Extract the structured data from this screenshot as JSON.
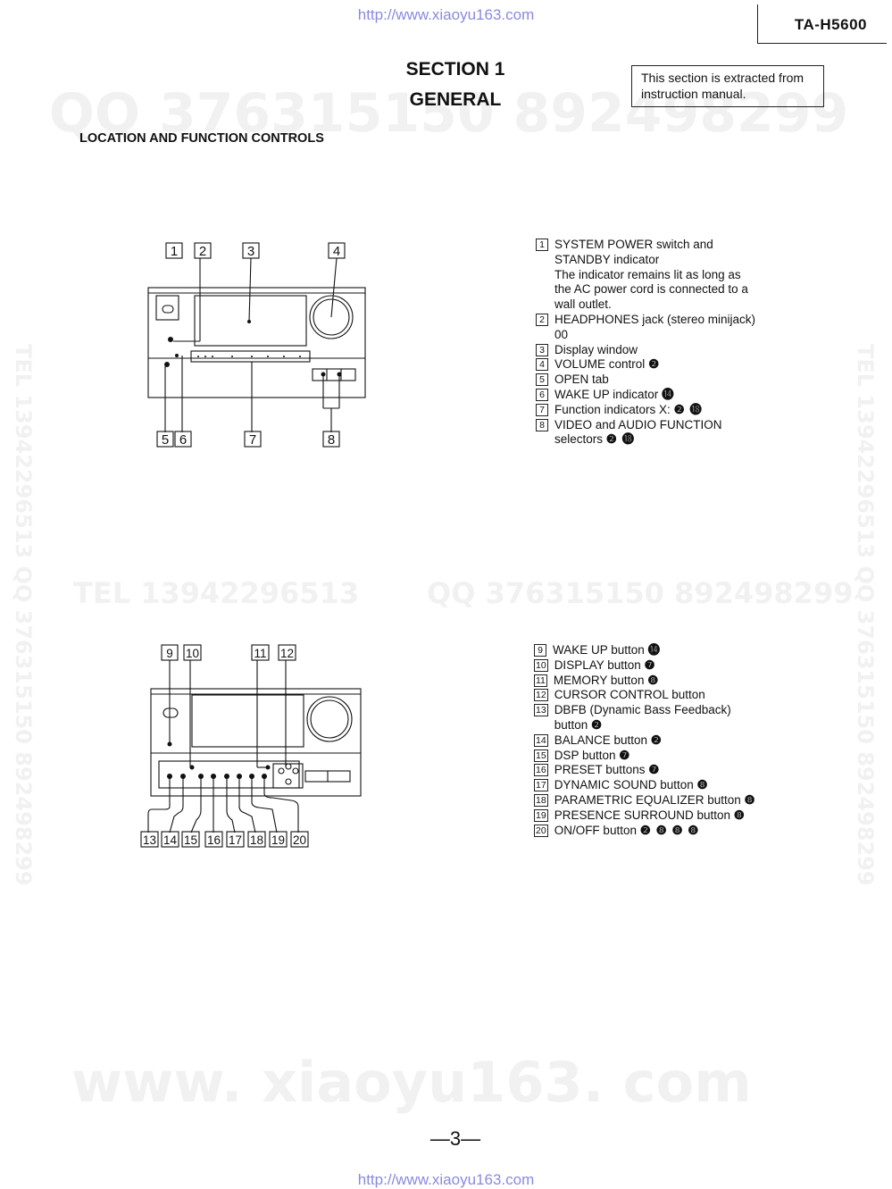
{
  "header": {
    "url_top": "http://www.xiaoyu163.com",
    "model": "TA-H5600",
    "notice": "This section is extracted from instruction manual."
  },
  "section": {
    "line1": "SECTION 1",
    "line2": "GENERAL"
  },
  "heading": "LOCATION AND FUNCTION CONTROLS",
  "watermarks": {
    "qq_top": "QQ 376315150   892498299",
    "tel_mid": "TEL  13942296513",
    "qq_mid": "QQ  376315150  892498299",
    "side_left": "TEL 13942296513  QQ 376315150  892498299",
    "side_right": "TEL 13942296513  QQ 376315150  892498299",
    "bottom": "www. xiaoyu163. com"
  },
  "diagram1": {
    "callouts": [
      "1",
      "2",
      "3",
      "4",
      "5",
      "6",
      "7",
      "8"
    ]
  },
  "diagram2": {
    "callouts": [
      "9",
      "10",
      "11",
      "12",
      "13",
      "14",
      "15",
      "16",
      "17",
      "18",
      "19",
      "20"
    ]
  },
  "legend1": [
    {
      "num": "1",
      "text": "SYSTEM POWER switch and\nSTANDBY indicator\nThe indicator remains lit as long as\nthe AC power cord is connected to a\nwall outlet.",
      "refs": ""
    },
    {
      "num": "2",
      "text": "HEADPHONES jack (stereo minijack)\n00",
      "refs": ""
    },
    {
      "num": "3",
      "text": "Display window",
      "refs": ""
    },
    {
      "num": "4",
      "text": "VOLUME control",
      "refs": "❷"
    },
    {
      "num": "5",
      "text": "OPEN tab",
      "refs": ""
    },
    {
      "num": "6",
      "text": "WAKE UP indicator",
      "refs": "⓮"
    },
    {
      "num": "7",
      "text": "Function indicators X:",
      "refs": "❷ ⓲"
    },
    {
      "num": "8",
      "text": "VIDEO and AUDIO FUNCTION\nselectors",
      "refs": "❷ ⓲"
    }
  ],
  "legend2": [
    {
      "num": "9",
      "text": "WAKE UP button",
      "refs": "⓮"
    },
    {
      "num": "10",
      "text": "DISPLAY button",
      "refs": "❼"
    },
    {
      "num": "11",
      "text": "MEMORY button",
      "refs": "❽"
    },
    {
      "num": "12",
      "text": "CURSOR CONTROL button",
      "refs": ""
    },
    {
      "num": "13",
      "text": "DBFB (Dynamic Bass Feedback)\nbutton",
      "refs": "❷"
    },
    {
      "num": "14",
      "text": "BALANCE button",
      "refs": "❷"
    },
    {
      "num": "15",
      "text": "DSP button",
      "refs": "❼"
    },
    {
      "num": "16",
      "text": "PRESET buttons",
      "refs": "❼"
    },
    {
      "num": "17",
      "text": "DYNAMIC SOUND button",
      "refs": "❽"
    },
    {
      "num": "18",
      "text": "PARAMETRIC EQUALIZER button",
      "refs": "❽"
    },
    {
      "num": "19",
      "text": "PRESENCE SURROUND button",
      "refs": "❽"
    },
    {
      "num": "20",
      "text": "ON/OFF button",
      "refs": "❷ ❽ ❽ ❽"
    }
  ],
  "footer": {
    "page": "—3—",
    "url_bottom": "http://www.xiaoyu163.com"
  }
}
